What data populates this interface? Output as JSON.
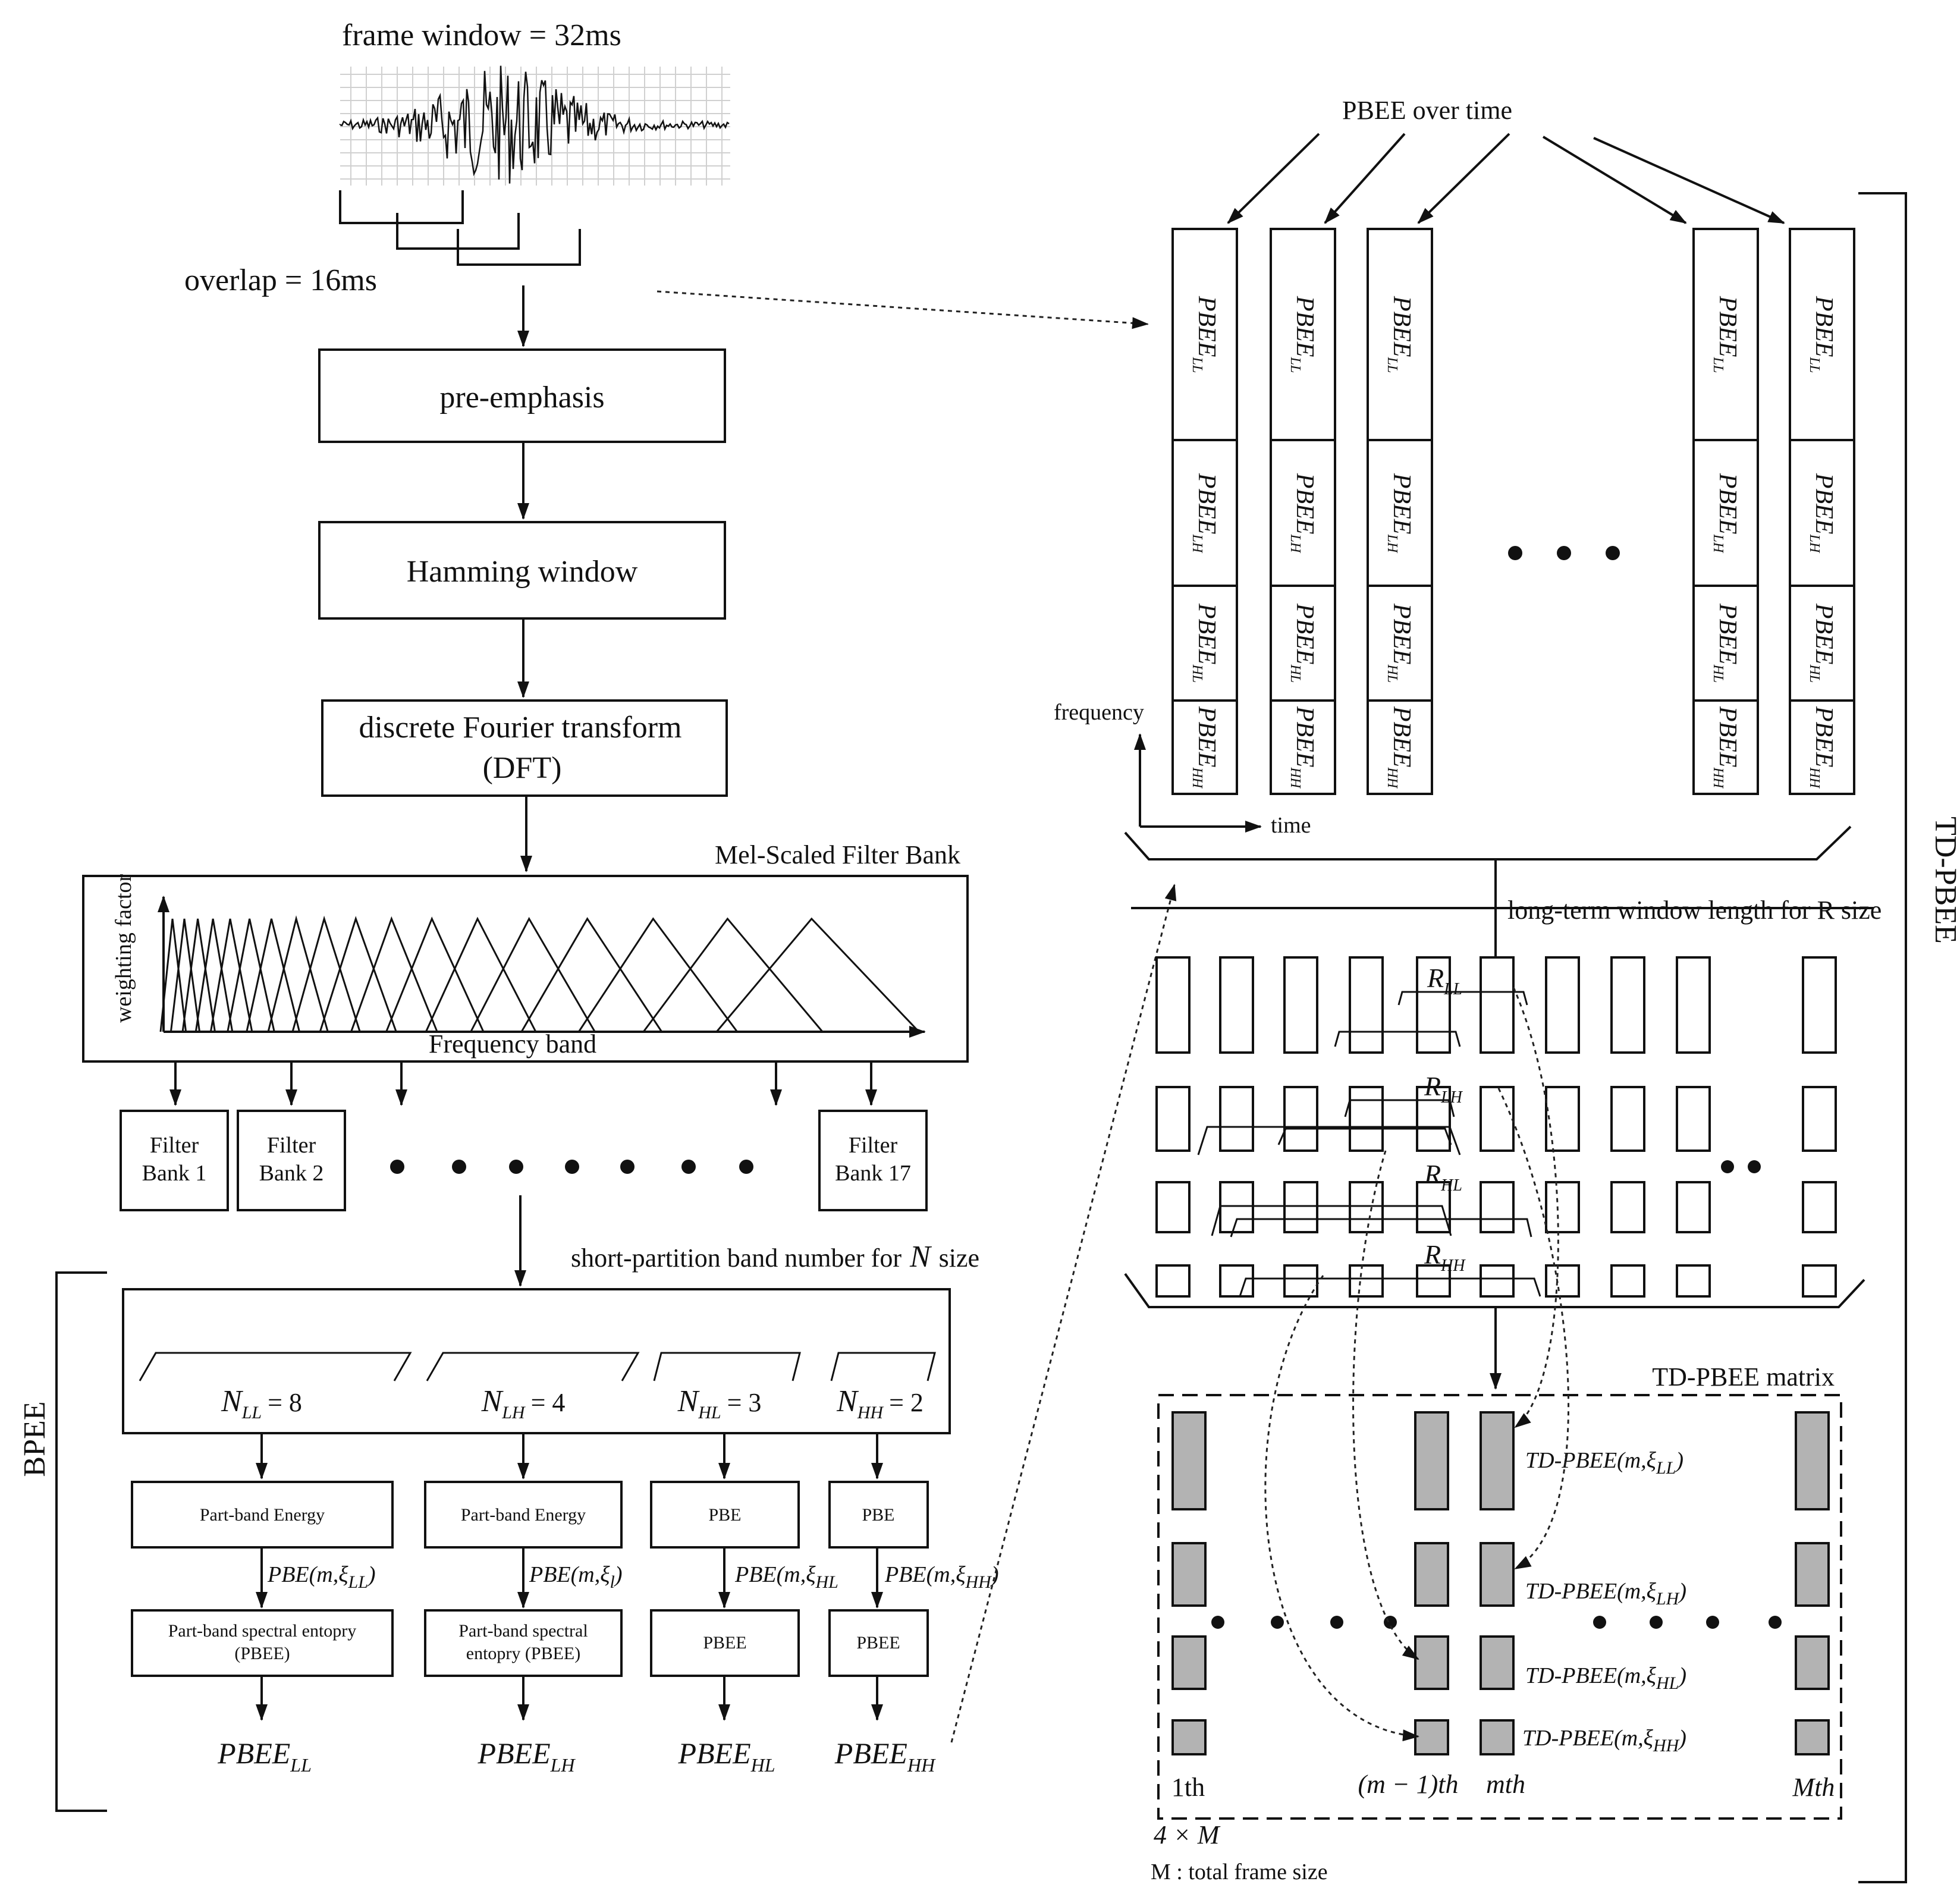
{
  "flow": {
    "frame_window": "frame window = 32ms",
    "overlap": "overlap = 16ms",
    "pre_emphasis": "pre-emphasis",
    "hamming": "Hamming window",
    "dft_line1": "discrete Fourier transform",
    "dft_line2": "(DFT)"
  },
  "mel": {
    "title": "Mel-Scaled Filter Bank",
    "y_label": "weighting factor",
    "x_label": "Frequency band",
    "filters": [
      {
        "line1": "Filter",
        "line2": "Bank 1"
      },
      {
        "line1": "Filter",
        "line2": "Bank 2"
      },
      {
        "line1": "Filter",
        "line2": "Bank 17"
      }
    ]
  },
  "bpee": {
    "side_label": "BPEE",
    "short_partition": "short-partition band number for",
    "n_symbol": "N",
    "size_word": "size",
    "bands": [
      {
        "N": "N",
        "sub": "LL",
        "eq": "= 8",
        "energy": "Part-band Energy",
        "pbe": "PBE(m,ξ",
        "pbe_sub": "LL",
        "entropy1": "Part-band spectral entopry",
        "entropy2": "(PBEE)",
        "out": "PBEE",
        "out_sub": "LL"
      },
      {
        "N": "N",
        "sub": "LH",
        "eq": "= 4",
        "energy": "Part-band Energy",
        "pbe": "PBE(m,ξ",
        "pbe_sub": "l",
        "entropy1": "Part-band spectral",
        "entropy2": "entopry (PBEE)",
        "out": "PBEE",
        "out_sub": "LH"
      },
      {
        "N": "N",
        "sub": "HL",
        "eq": "= 3",
        "energy": "PBE",
        "pbe": "PBE(m,ξ",
        "pbe_sub": "HL",
        "entropy1": "PBEE",
        "entropy2": "",
        "out": "PBEE",
        "out_sub": "HL"
      },
      {
        "N": "N",
        "sub": "HH",
        "eq": "= 2",
        "energy": "PBE",
        "pbe": "PBE(m,ξ",
        "pbe_sub": "HH",
        "entropy1": "PBEE",
        "entropy2": "",
        "out": "PBEE",
        "out_sub": "HH"
      }
    ]
  },
  "tdpbee": {
    "side_label": "TD-PBEE",
    "over_time": "PBEE over time",
    "cell_main": "PBEE",
    "cell_subs": [
      "LL",
      "LH",
      "HL",
      "HH"
    ],
    "freq_label": "frequency",
    "time_label": "time",
    "long_term": "long-term  window length for R size",
    "r_labels": [
      {
        "R": "R",
        "sub": "LL"
      },
      {
        "R": "R",
        "sub": "LH"
      },
      {
        "R": "R",
        "sub": "HL"
      },
      {
        "R": "R",
        "sub": "HH"
      }
    ]
  },
  "matrix": {
    "title": "TD-PBEE matrix",
    "rows": [
      {
        "label": "TD-PBEE(m,ξ",
        "sub": "LL"
      },
      {
        "label": "TD-PBEE(m,ξ",
        "sub": "LH"
      },
      {
        "label": "TD-PBEE(m,ξ",
        "sub": "HL"
      },
      {
        "label": "TD-PBEE(m,ξ",
        "sub": "HH"
      }
    ],
    "col_1th": "1th",
    "col_m1": "(m − 1)th",
    "col_m": "mth",
    "col_M": "Mth",
    "size_label": "4 × M",
    "m_def": "M :  total frame size"
  }
}
